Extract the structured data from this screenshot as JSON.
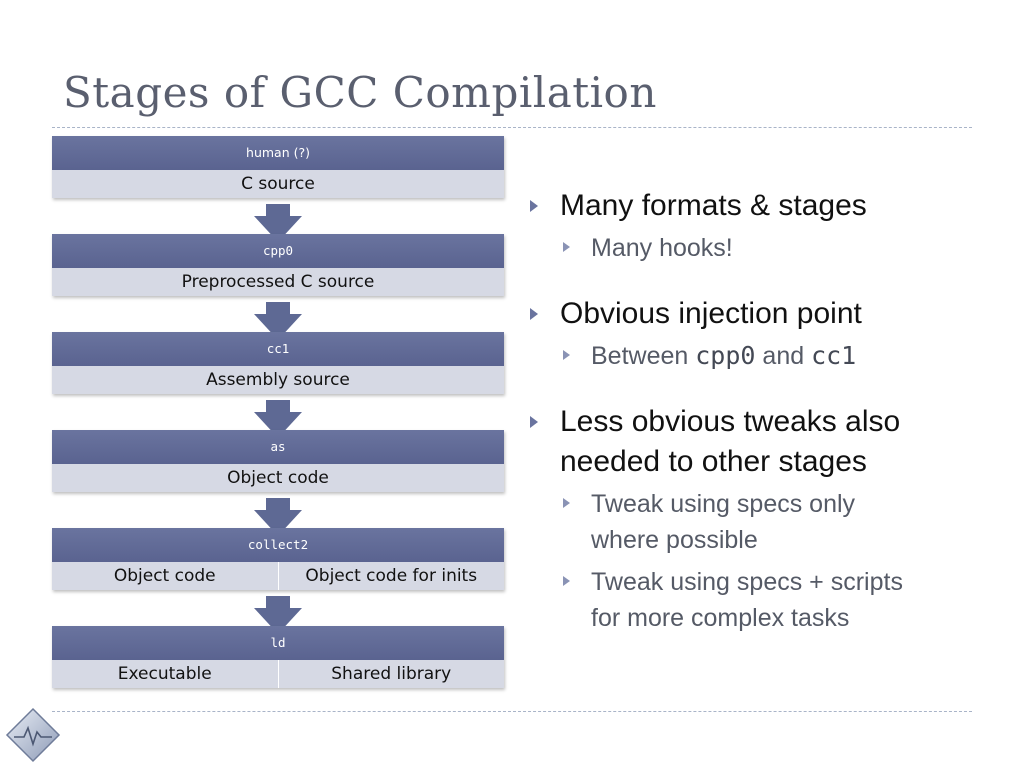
{
  "slide": {
    "title": "Stages of GCC Compilation"
  },
  "stages": [
    {
      "tool": "human (?)",
      "outputs": [
        "C source"
      ]
    },
    {
      "tool": "cpp0",
      "outputs": [
        "Preprocessed C source"
      ]
    },
    {
      "tool": "cc1",
      "outputs": [
        "Assembly source"
      ]
    },
    {
      "tool": "as",
      "outputs": [
        "Object code"
      ]
    },
    {
      "tool": "collect2",
      "outputs": [
        "Object code",
        "Object code for inits"
      ]
    },
    {
      "tool": "ld",
      "outputs": [
        "Executable",
        "Shared library"
      ]
    }
  ],
  "bullets": {
    "b1": {
      "text": "Many formats & stages",
      "sub1": "Many hooks!"
    },
    "b2": {
      "text": "Obvious injection point",
      "sub1_prefix": "Between ",
      "sub1_code1": "cpp0",
      "sub1_mid": " and ",
      "sub1_code2": "cc1"
    },
    "b3": {
      "text_line1": "Less obvious tweaks also",
      "text_line2": "needed to other stages",
      "sub1_line1": "Tweak using specs only",
      "sub1_line2": "where possible",
      "sub2_line1": "Tweak using specs + scripts",
      "sub2_line2": "for more complex tasks"
    }
  },
  "colors": {
    "header": "#5e6994",
    "output_bg": "#d6d9e4",
    "title": "#5a5f6f"
  },
  "icons": {
    "logo": "waveform-diamond-icon"
  }
}
